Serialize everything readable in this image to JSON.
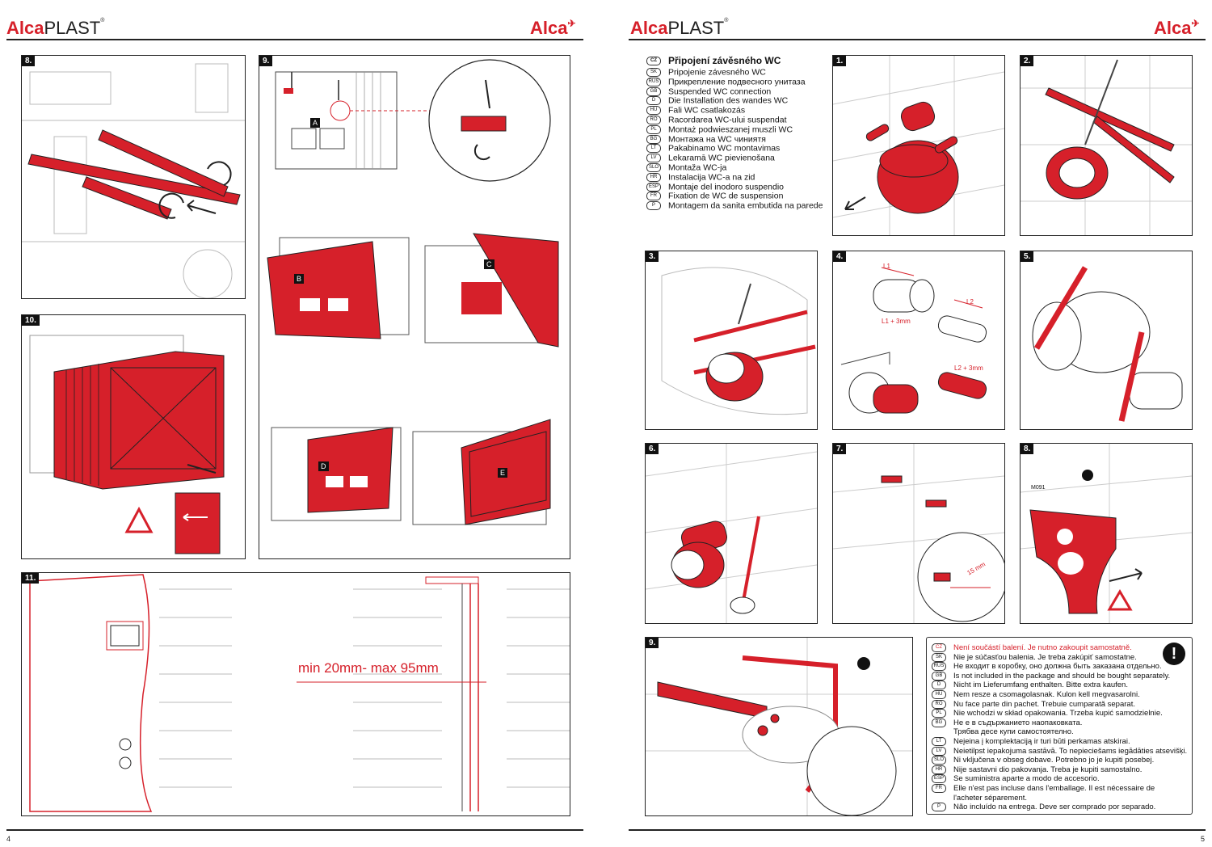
{
  "left_page": {
    "logo_alca": "Alca",
    "logo_plast": "PLAST",
    "logo_reg": "®",
    "brand_right": "Alca",
    "page_number": "4",
    "panels": [
      {
        "num": "8."
      },
      {
        "num": "9.",
        "labels": [
          "A",
          "B",
          "C",
          "D",
          "E"
        ]
      },
      {
        "num": "10."
      },
      {
        "num": "11.",
        "dimension_text": "min 20mm- max 95mm"
      }
    ]
  },
  "right_page": {
    "logo_alca": "Alca",
    "logo_plast": "PLAST",
    "logo_reg": "®",
    "brand_right": "Alca",
    "page_number": "5",
    "title": "Připojení závěsného WC",
    "languages": [
      {
        "code": "CZ",
        "text": "Připojení závěsného WC"
      },
      {
        "code": "SK",
        "text": "Pripojenie závesného WC"
      },
      {
        "code": "RUS",
        "text": "Прикрепление подвесного унитаза"
      },
      {
        "code": "GB",
        "text": "Suspended WC connection"
      },
      {
        "code": "D",
        "text": "Die Installation des wandes WC"
      },
      {
        "code": "HU",
        "text": "Fali WC csatlakozás"
      },
      {
        "code": "RO",
        "text": "Racordarea WC-ului suspendat"
      },
      {
        "code": "PL",
        "text": "Montaż podwieszanej muszli WC"
      },
      {
        "code": "BG",
        "text": "Монтажа на WC чиниятя"
      },
      {
        "code": "LT",
        "text": "Pakabinamo WC montavimas"
      },
      {
        "code": "LV",
        "text": "Lekaramā WC pievienošana"
      },
      {
        "code": "SLO",
        "text": "Montaža WC-ja"
      },
      {
        "code": "HR",
        "text": "Instalacija WC-a na zid"
      },
      {
        "code": "ESP",
        "text": "Montaje del inodoro suspendio"
      },
      {
        "code": "FR",
        "text": "Fixation de WC de suspension"
      },
      {
        "code": "P",
        "text": "Montagem da sanita embutida na parede"
      }
    ],
    "panels": [
      {
        "num": "1."
      },
      {
        "num": "2."
      },
      {
        "num": "3."
      },
      {
        "num": "4.",
        "dims": [
          "L1",
          "L2",
          "L1 + 3mm",
          "L2 + 3mm"
        ]
      },
      {
        "num": "5."
      },
      {
        "num": "6."
      },
      {
        "num": "7.",
        "dimension": "15 mm"
      },
      {
        "num": "8.",
        "part_code": "M091"
      },
      {
        "num": "9."
      }
    ],
    "notice": [
      {
        "code": "CZ",
        "text": "Není součástí balení. Je nutno zakoupit samostatně.",
        "red": true
      },
      {
        "code": "SK",
        "text": "Nie je súčasťou balenia. Je treba zakúpiť samostatne."
      },
      {
        "code": "RUS",
        "text": "Не входит в коробку, оно должна быть заказана отдельно."
      },
      {
        "code": "GB",
        "text": "Is not included in the package and should be bought separately."
      },
      {
        "code": "D",
        "text": "Nicht im Lieferumfang enthalten. Bitte extra kaufen."
      },
      {
        "code": "HU",
        "text": "Nem resze a csomagolasnak. Kulon kell megvasarolni."
      },
      {
        "code": "RO",
        "text": "Nu face parte din pachet. Trebuie cumparată separat."
      },
      {
        "code": "PL",
        "text": "Nie wchodzi w skład opakowania. Trzeba kupić samodzielnie."
      },
      {
        "code": "BG",
        "text": "Не е в съдържанието наопаковката."
      },
      {
        "code": "",
        "text": "Трябва десе купи самостоятелно."
      },
      {
        "code": "LT",
        "text": "Neįeina į komplektaciją ir turi būti perkamas atskirai."
      },
      {
        "code": "LV",
        "text": "Neietilpst iepakojuma sastāvā. To nepieciešams iegādāties atsevišķi."
      },
      {
        "code": "SLO",
        "text": "Ni vključena v obseg dobave. Potrebno jo je kupiti posebej."
      },
      {
        "code": "HR",
        "text": "Nije sastavni dio pakovanja. Treba je kupiti samostalno."
      },
      {
        "code": "ESP",
        "text": "Se suministra aparte a modo de accesorio."
      },
      {
        "code": "FR",
        "text": "Elle n'est pas incluse dans l'emballage. Il est nécessaire de"
      },
      {
        "code": "",
        "text": "l'acheter séparement."
      },
      {
        "code": "P",
        "text": "Não incluído na entrega. Deve ser comprado por separado."
      }
    ]
  },
  "colors": {
    "accent": "#d6202a",
    "line": "#222222",
    "tile": "#bdbdbd"
  }
}
